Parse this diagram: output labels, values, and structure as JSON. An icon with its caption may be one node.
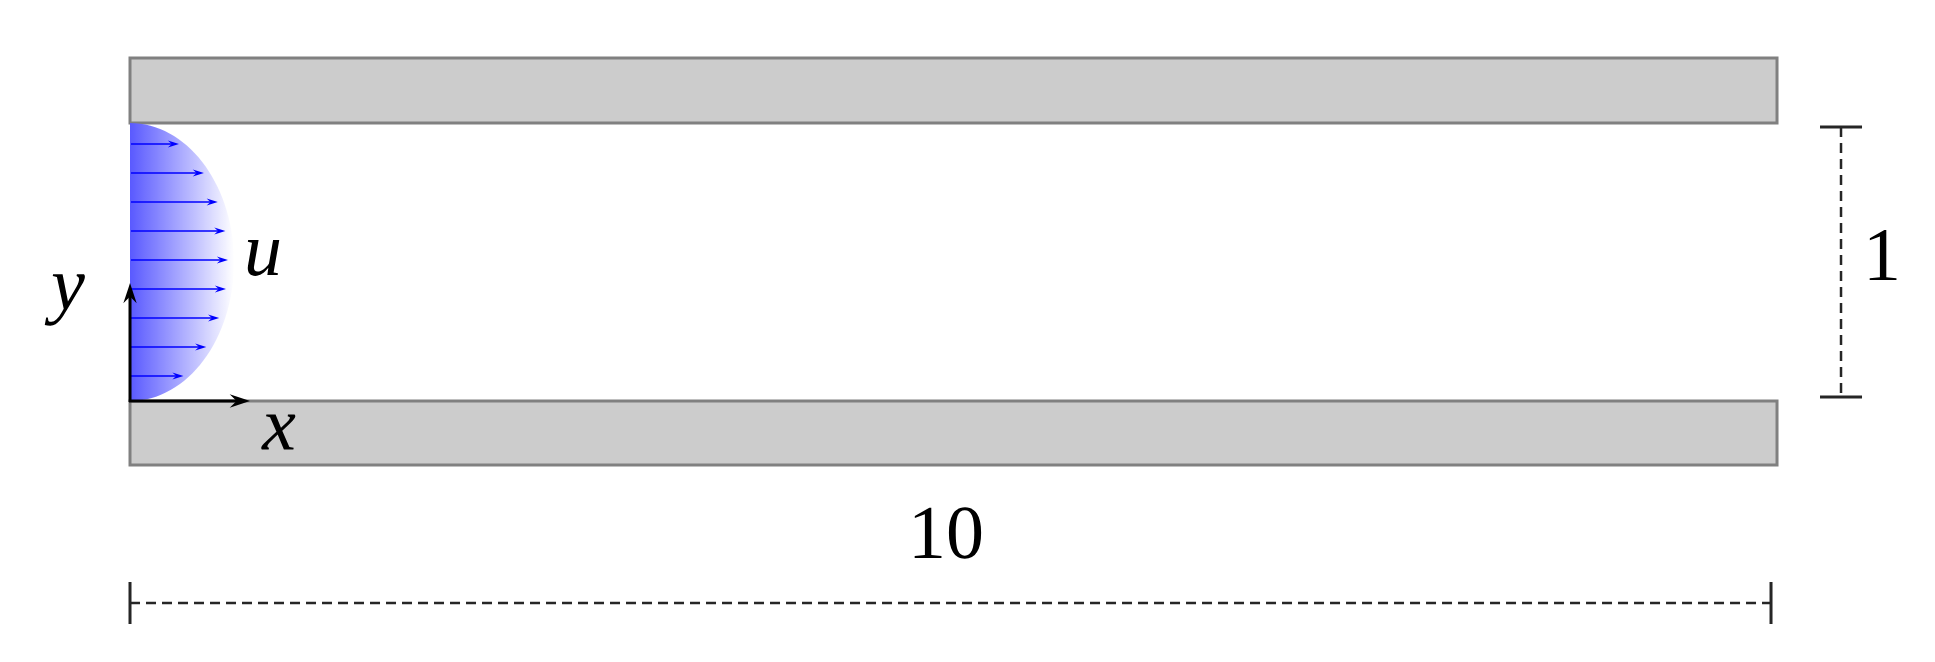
{
  "diagram": {
    "labels": [
      "u",
      "y",
      "x",
      "1",
      "10"
    ]
  }
}
